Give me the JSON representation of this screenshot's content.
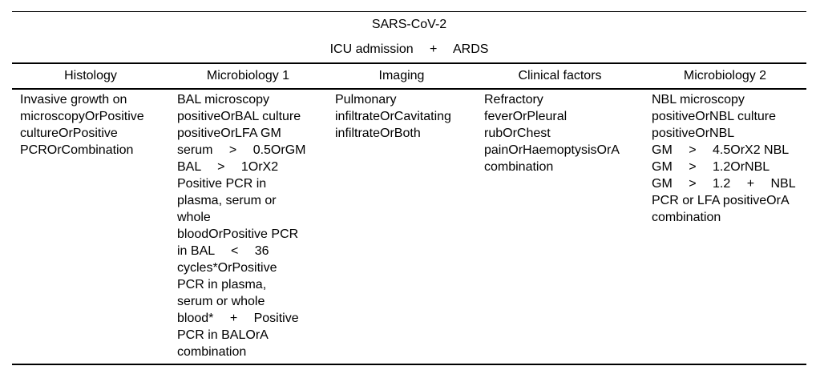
{
  "table": {
    "title": "SARS-CoV-2",
    "subtitle": "ICU admission  +  ARDS",
    "columns": [
      {
        "header": "Histology",
        "lines": [
          "Invasive growth on",
          "microscopyOrPositive",
          "cultureOrPositive",
          "PCROrCombination"
        ]
      },
      {
        "header": "Microbiology 1",
        "lines": [
          "BAL microscopy",
          "positiveOrBAL culture",
          "positiveOrLFA GM",
          "serum  >  0.5OrGM",
          "BAL  >  1OrX2",
          "Positive PCR in",
          "plasma, serum or",
          "whole",
          "bloodOrPositive PCR",
          "in BAL  <  36",
          "cycles*OrPositive",
          "PCR in plasma,",
          "serum or whole",
          "blood*  +  Positive",
          "PCR in BALOrA",
          "combination"
        ]
      },
      {
        "header": "Imaging",
        "lines": [
          "Pulmonary",
          "infiltrateOrCavitating",
          "infiltrateOrBoth"
        ]
      },
      {
        "header": "Clinical factors",
        "lines": [
          "Refractory",
          "feverOrPleural",
          "rubOrChest",
          "painOrHaemoptysisOrA",
          "combination"
        ]
      },
      {
        "header": "Microbiology 2",
        "lines": [
          "NBL microscopy",
          "positiveOrNBL culture",
          "positiveOrNBL",
          "GM  >  4.5OrX2 NBL",
          "GM  >  1.2OrNBL",
          "GM  >  1.2  +  NBL",
          "PCR or LFA positiveOrA",
          "combination"
        ]
      }
    ]
  }
}
